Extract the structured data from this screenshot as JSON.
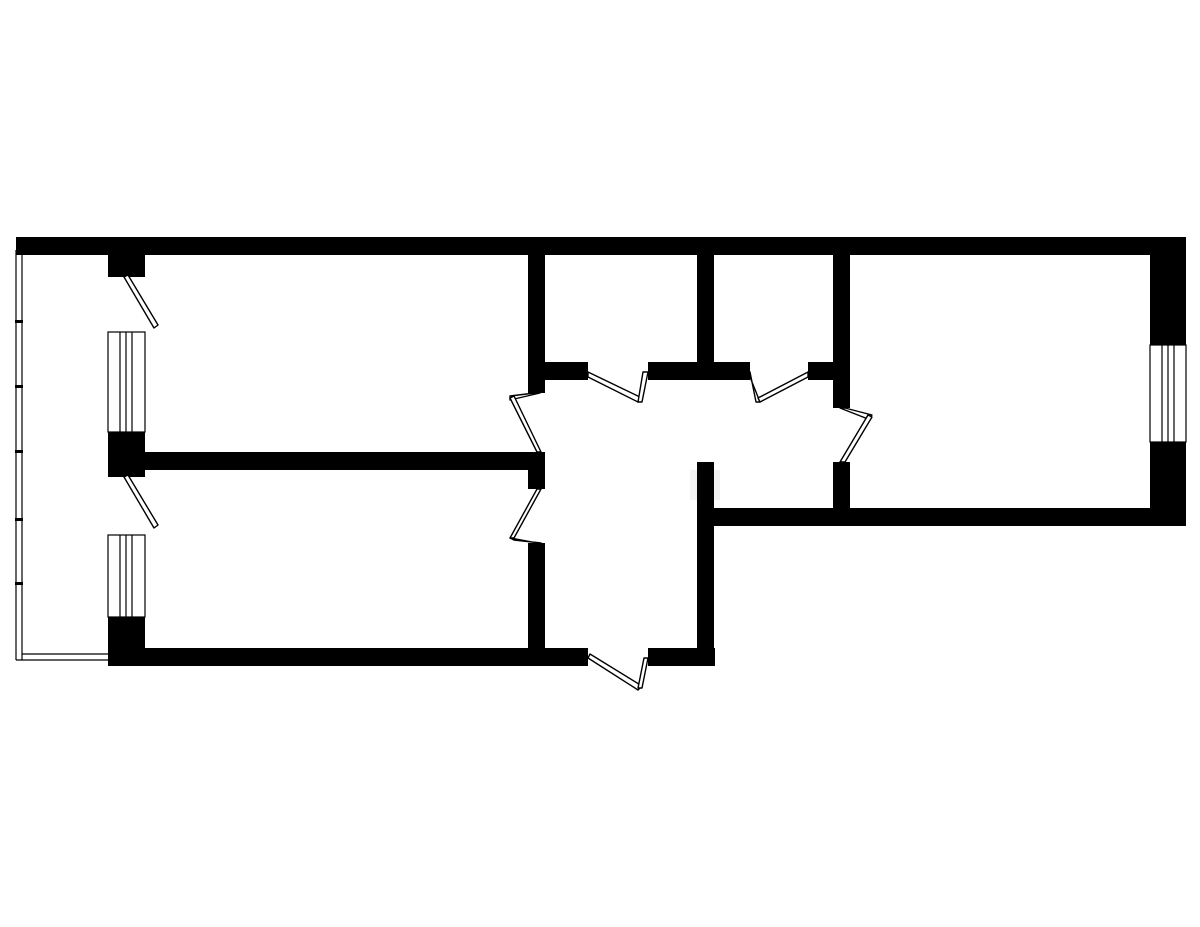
{
  "plan": {
    "type": "floor-plan",
    "rooms": [
      {
        "id": "room-upper-left"
      },
      {
        "id": "room-lower-left"
      },
      {
        "id": "room-small-middle-left"
      },
      {
        "id": "room-small-middle-right"
      },
      {
        "id": "room-right"
      },
      {
        "id": "hallway"
      },
      {
        "id": "balcony"
      }
    ],
    "doors": [
      {
        "id": "door-upper-left-room"
      },
      {
        "id": "door-lower-left-room"
      },
      {
        "id": "door-small-left"
      },
      {
        "id": "door-small-right"
      },
      {
        "id": "door-right-room"
      },
      {
        "id": "door-hall-upper"
      },
      {
        "id": "door-hall-lower"
      },
      {
        "id": "door-entrance"
      }
    ],
    "windows": [
      {
        "id": "window-upper-left"
      },
      {
        "id": "window-lower-left"
      },
      {
        "id": "window-right"
      }
    ],
    "colors": {
      "wall": "#000000",
      "background": "#ffffff"
    }
  }
}
